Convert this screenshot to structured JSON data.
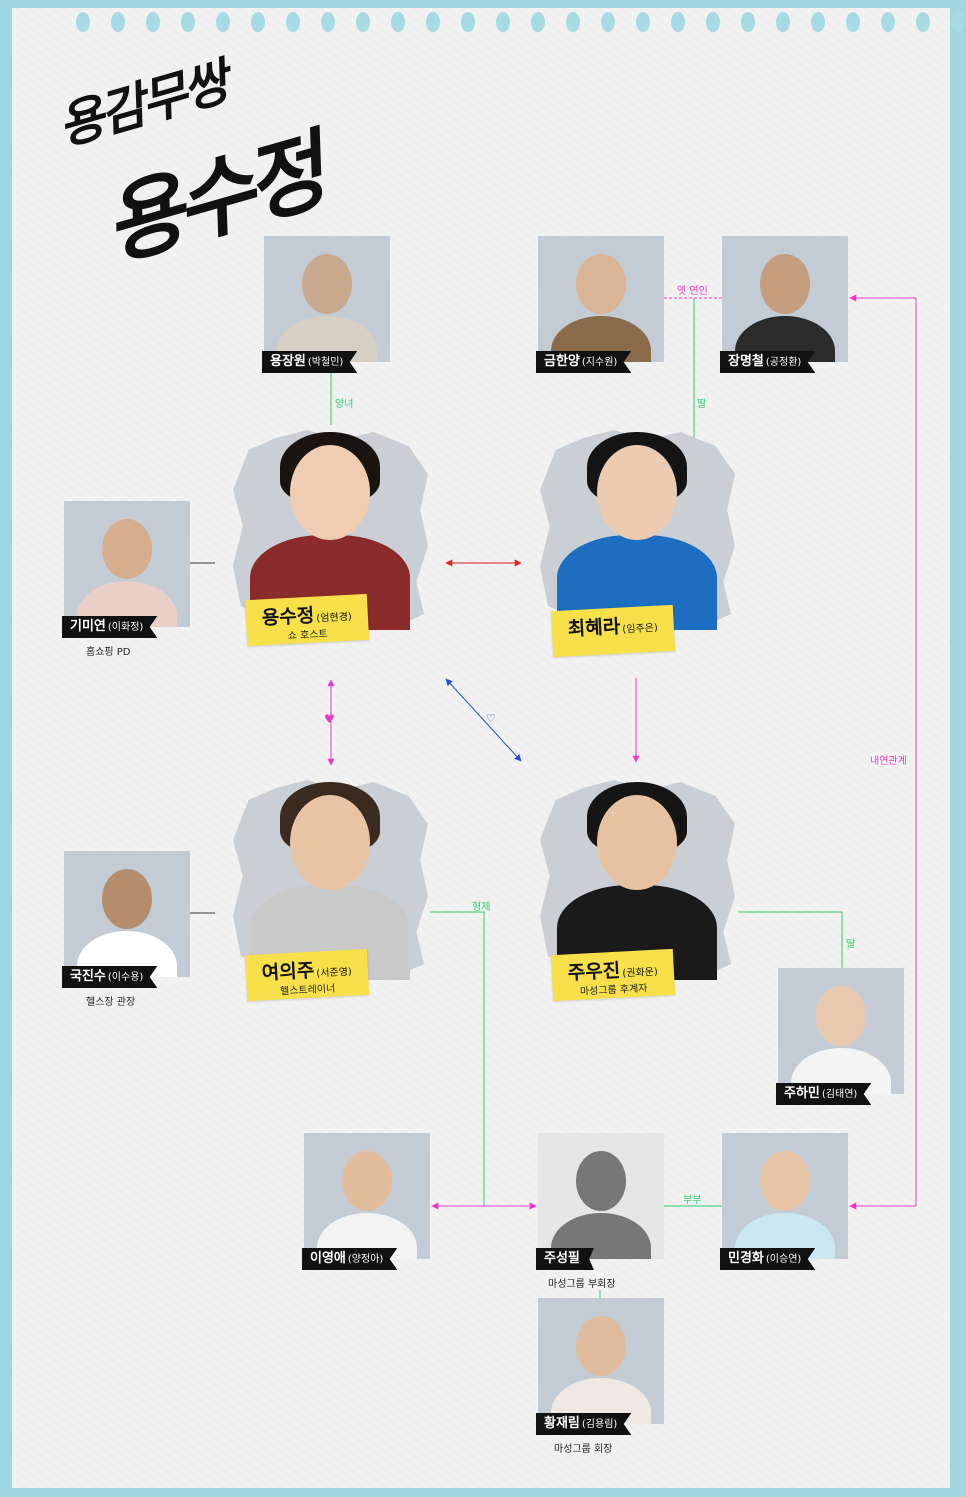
{
  "title": {
    "line1": "용감무쌍",
    "line2": "용수정"
  },
  "colors": {
    "family": "#2ecc71",
    "romance": "#e838c8",
    "conflict": "#e02020",
    "blue": "#2050d0"
  },
  "characters": {
    "yong_jangwon": {
      "name": "용장원",
      "actor": "(박철민)"
    },
    "geum_hanyang": {
      "name": "금한양",
      "actor": "(지수원)"
    },
    "jang_myeongcheol": {
      "name": "장명철",
      "actor": "(공정환)"
    },
    "gi_miyeon": {
      "name": "기미연",
      "actor": "(이화정)",
      "role": "홈쇼핑 PD"
    },
    "yong_sujeong": {
      "name": "용수정",
      "actor": "(엄현경)",
      "role": "쇼 호스트"
    },
    "choi_hyera": {
      "name": "최혜라",
      "actor": "(임주은)"
    },
    "guk_jinsu": {
      "name": "국진수",
      "actor": "(이수용)",
      "role": "헬스장 관장"
    },
    "yeo_uiju": {
      "name": "여의주",
      "actor": "(서준영)",
      "role": "헬스트레이너"
    },
    "ju_ujin": {
      "name": "주우진",
      "actor": "(권화운)",
      "role": "마성그룹 후계자"
    },
    "ju_hamin": {
      "name": "주하민",
      "actor": "(김태연)"
    },
    "lee_yeongae": {
      "name": "이영애",
      "actor": "(양정아)"
    },
    "ju_seongpil": {
      "name": "주성필",
      "role": "마성그룹 부회장"
    },
    "min_gyeonghwa": {
      "name": "민경화",
      "actor": "(이승연)"
    },
    "hwang_jaerim": {
      "name": "황재림",
      "actor": "(김용림)",
      "role": "마성그룹 회장"
    }
  },
  "relations": {
    "adopted_daughter": "양녀",
    "ex_lover": "옛 연인",
    "daughter1": "딸",
    "secret_relation": "내연관계",
    "brothers": "형제",
    "daughter2": "딸",
    "spouses": "부부"
  },
  "icons": {
    "heart": "♥",
    "heart_outline": "♡"
  }
}
